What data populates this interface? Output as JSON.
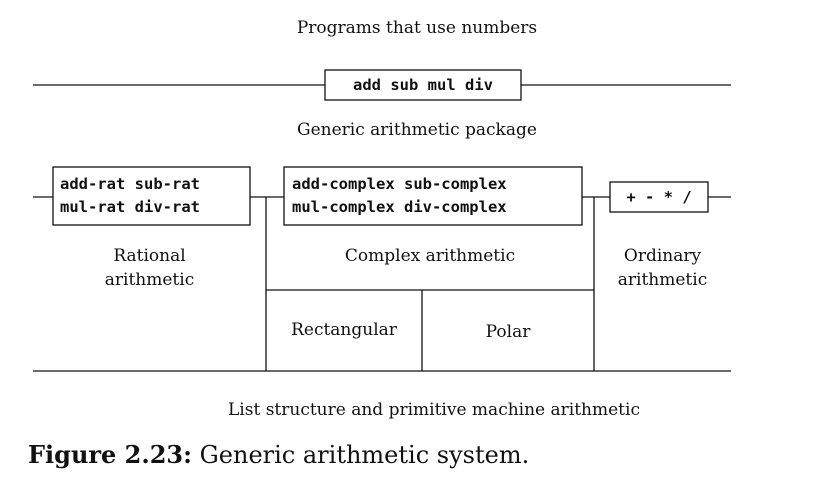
{
  "diagram": {
    "top_label": "Programs that use numbers",
    "generic_ops": "add sub mul div",
    "generic_package_label": "Generic arithmetic package",
    "rational_ops_line1": "add-rat sub-rat",
    "rational_ops_line2": "mul-rat div-rat",
    "rational_label_line1": "Rational",
    "rational_label_line2": "arithmetic",
    "complex_ops_line1": "add-complex sub-complex",
    "complex_ops_line2": "mul-complex div-complex",
    "complex_label": "Complex arithmetic",
    "ordinary_ops": "+ - * /",
    "ordinary_label_line1": "Ordinary",
    "ordinary_label_line2": "arithmetic",
    "rectangular_label": "Rectangular",
    "polar_label": "Polar",
    "bottom_label": "List structure and primitive machine arithmetic"
  },
  "caption": {
    "number": "Figure 2.23:",
    "text": "Generic arithmetic system."
  }
}
